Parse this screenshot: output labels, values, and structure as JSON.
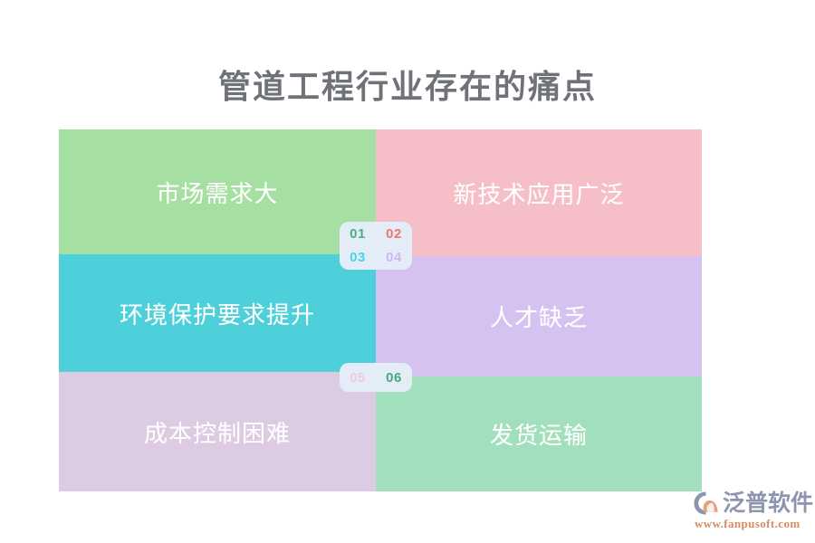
{
  "title": "管道工程行业存在的痛点",
  "title_color": "#6f7378",
  "matrix": {
    "cells": [
      {
        "number": "01",
        "label": "市场需求大",
        "color": "#a5dfa1",
        "number_color": "#4caf82"
      },
      {
        "number": "02",
        "label": "新技术应用广泛",
        "color": "#f6bfc8",
        "number_color": "#f1766a"
      },
      {
        "number": "03",
        "label": "环境保护要求提升",
        "color": "#4ed0da",
        "number_color": "#4ad4e3"
      },
      {
        "number": "04",
        "label": "人才缺乏",
        "color": "#d6c2f0",
        "number_color": "#cdb8ef"
      },
      {
        "number": "05",
        "label": "成本控制困难",
        "color": "#ddcbe4",
        "number_color": "#f0c9e0"
      },
      {
        "number": "06",
        "label": "发货运输",
        "color": "#a2e0bd",
        "number_color": "#3fae79"
      }
    ]
  },
  "badges": {
    "top": [
      "01",
      "02",
      "03",
      "04"
    ],
    "bottom": [
      "05",
      "06"
    ],
    "background": "#e4ecf8"
  },
  "logo": {
    "name": "泛普软件",
    "url": "www.fanpusoft.com",
    "text_color": "#8c94ae",
    "url_color": "#d98a62"
  }
}
